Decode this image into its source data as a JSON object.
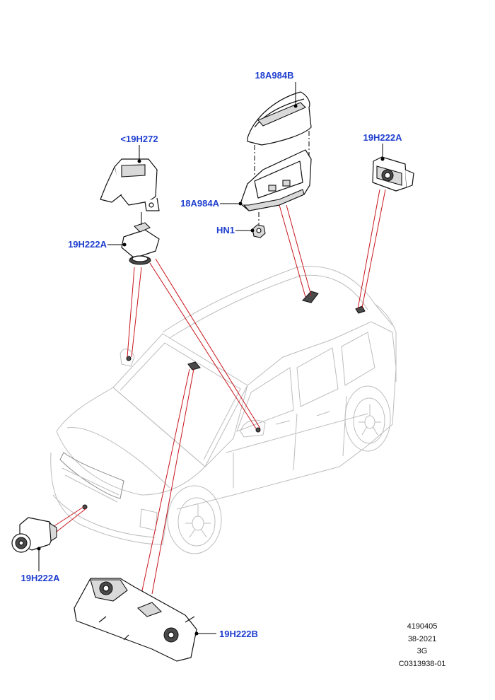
{
  "labels": {
    "top_roof_unit": "18A984B",
    "roof_base": "18A984A",
    "nut": "HN1",
    "rear_camera": "19H222A",
    "mirror_cover": "<19H272",
    "mirror_camera": "19H222A",
    "front_camera": "19H222A",
    "windscreen_camera": "19H222B"
  },
  "reference": {
    "line1": "4190405",
    "line2": "38-2021",
    "line3": "3G",
    "line4": "C0313938-01"
  },
  "colors": {
    "label": "#1f3fcf",
    "callout": "#c8161d"
  }
}
